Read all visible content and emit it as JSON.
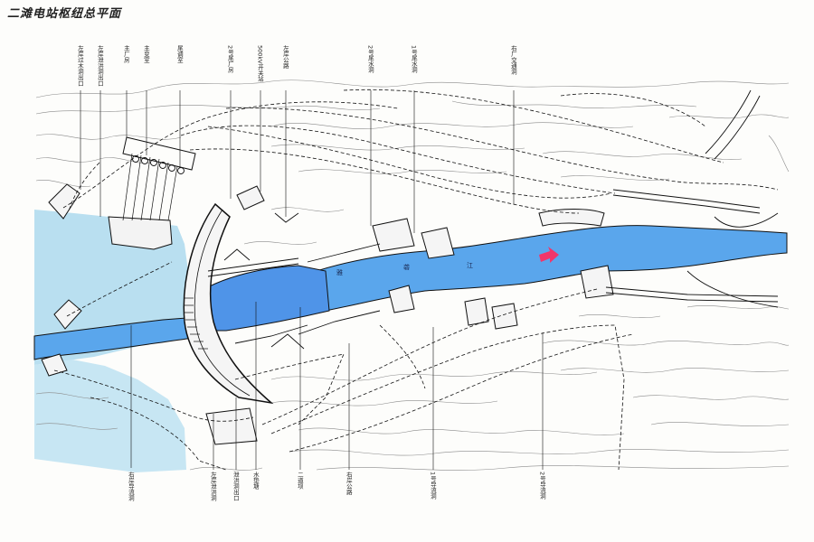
{
  "title": "二滩电站枢纽总平面",
  "colors": {
    "water": "#b9dff0",
    "reservoir": "#4f94e8",
    "river": "#5aa6ec",
    "contour": "#8a8a8a",
    "structure": "#111111",
    "flow_arrow": "#f2356a"
  },
  "icons": {
    "flow_direction": "flow-arrow-icon"
  },
  "river_name": [
    "雅",
    "砻",
    "江"
  ],
  "labels_top": [
    "左岸过木洞出口",
    "左岸泄洪洞出口",
    "主厂房",
    "主变室",
    "尾调室",
    "2号尾厂房",
    "500kV开关站",
    "左岸公路",
    "2号尾水洞",
    "1号尾水洞",
    "右厂交通洞"
  ],
  "labels_bottom": [
    "右岸导流洞",
    "左岸泄洪洞",
    "泄洪洞出口",
    "水垫塘",
    "二道坝",
    "右岸公路",
    "1号导流洞",
    "2号导流洞"
  ]
}
